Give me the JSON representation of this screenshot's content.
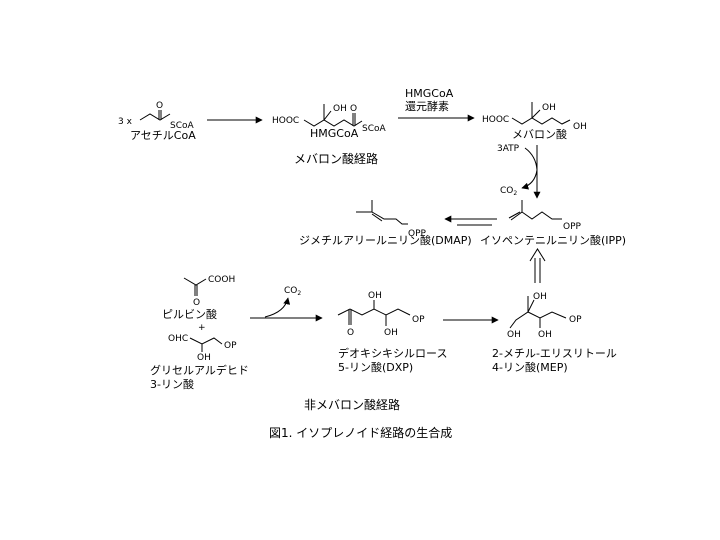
{
  "caption": "図1. イソプレノイド経路の生合成",
  "mevalonate_pathway": {
    "section_label": "メバロン酸経路",
    "acetyl_coa": {
      "multiplier": "3 x",
      "o": "O",
      "scoa": "SCoA",
      "name": "アセチルCoA"
    },
    "hmgcoa": {
      "hooc": "HOOC",
      "oh": "OH",
      "o": "O",
      "scoa": "SCoA",
      "name": "HMGCoA"
    },
    "enzyme_line1": "HMGCoA",
    "enzyme_line2": "還元酵素",
    "mevalonate": {
      "hooc": "HOOC",
      "oh": "OH",
      "oh2": "OH",
      "name": "メバロン酸"
    },
    "atp": "3ATP",
    "co2": "CO",
    "co2_sub": "2"
  },
  "ipp": {
    "opp": "OPP",
    "name": "イソペンテニルニリン酸(IPP)"
  },
  "dmapp": {
    "opp": "OPP",
    "name": "ジメチルアリールニリン酸(DMAP)"
  },
  "non_mevalonate_pathway": {
    "section_label": "非メバロン酸経路",
    "pyruvate": {
      "cooh": "COOH",
      "o": "O",
      "name": "ピルビン酸"
    },
    "plus": "+",
    "g3p": {
      "ohc": "OHC",
      "op": "OP",
      "oh": "OH",
      "name_line1": "グリセルアルデヒド",
      "name_line2": "3-リン酸"
    },
    "co2": "CO",
    "co2_sub": "2",
    "dxp": {
      "oh": "OH",
      "op": "OP",
      "o": "O",
      "oh2": "OH",
      "name_line1": "デオキシキシルロース",
      "name_line2": "5-リン酸(DXP)"
    },
    "mep": {
      "oh": "OH",
      "op": "OP",
      "oh2": "OH",
      "oh3": "OH",
      "name_line1": "2-メチル-エリスリトール",
      "name_line2": "4-リン酸(MEP)"
    }
  }
}
